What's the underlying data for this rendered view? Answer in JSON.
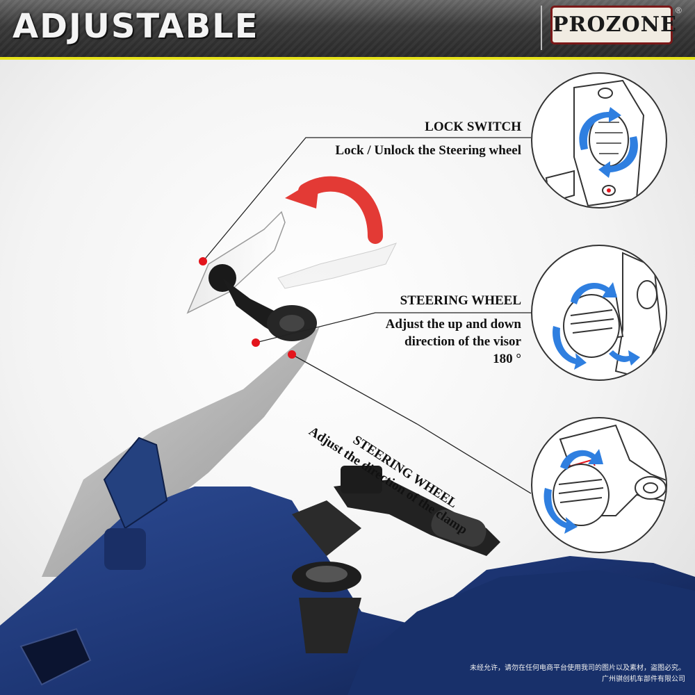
{
  "header": {
    "title": "ADJUSTABLE",
    "brand": "PROZONE",
    "registered": "®"
  },
  "callouts": {
    "lock_switch": {
      "title": "LOCK SWITCH",
      "description": "Lock / Unlock the Steering wheel"
    },
    "steering_wheel_visor": {
      "title": "STEERING WHEEL",
      "description_line1": "Adjust the up and down",
      "description_line2": "direction of the visor",
      "description_line3": "180 °"
    },
    "steering_wheel_clamp": {
      "title": "STEERING WHEEL",
      "description": "Adjust the direction of the clamp"
    }
  },
  "copyright": {
    "line1": "未经允许，请勿在任何电商平台使用我司的图片以及素材，盗图必究。",
    "line2": "广州骐创机车部件有限公司"
  },
  "colors": {
    "accent": "#e6e21a",
    "marker": "#e3141c",
    "arrow": "#e33a35",
    "rotation_arrows": "#2f7fe0",
    "motorcycle_body": "#1e3a78"
  },
  "icons": {
    "rotate_arrow": "curved-arrow-icon",
    "rotation": "rotate-icon"
  }
}
